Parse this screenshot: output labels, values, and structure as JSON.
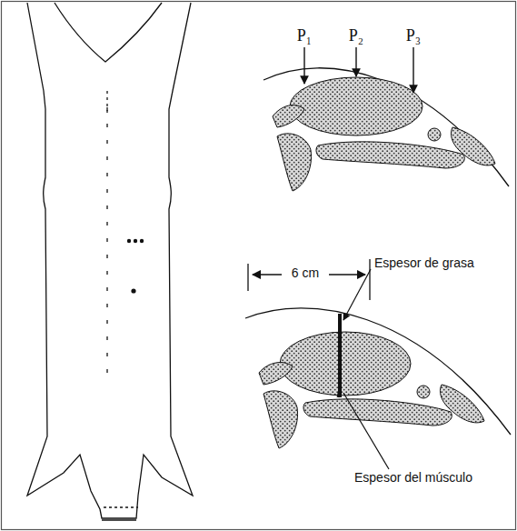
{
  "diagram": {
    "labels": [
      "P₁",
      "P₂",
      "P₃",
      "6 cm",
      "Espesor de grasa",
      "Espesor del músculo"
    ]
  }
}
